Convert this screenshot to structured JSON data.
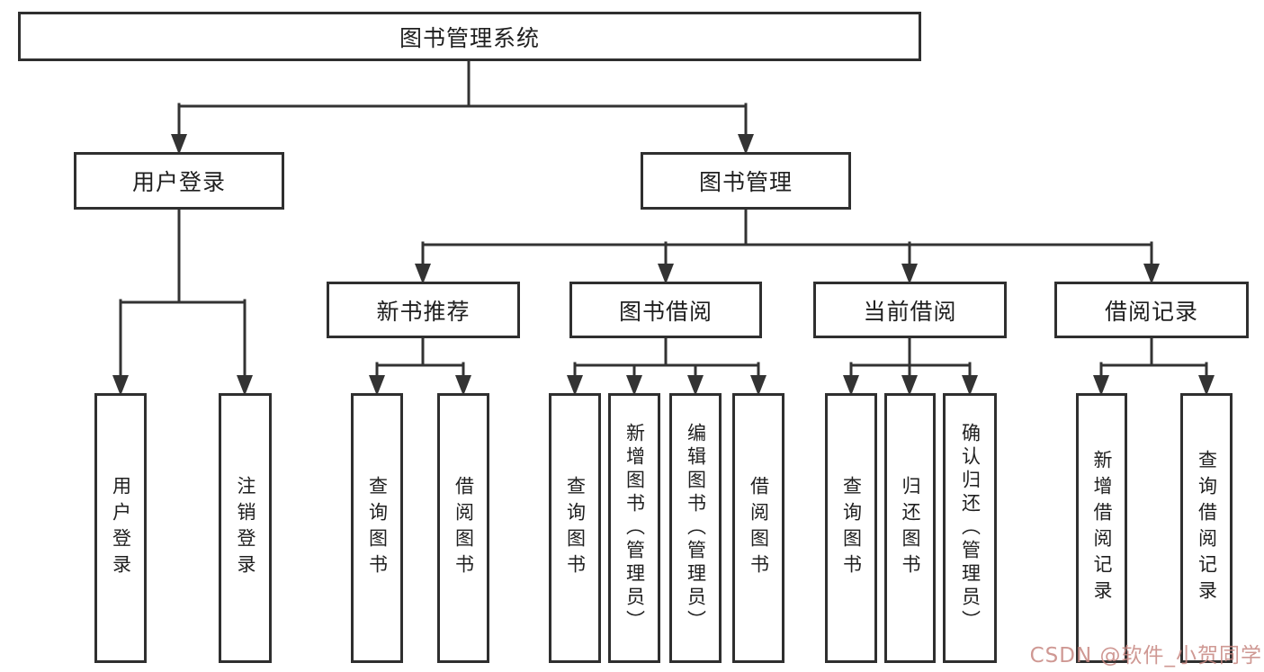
{
  "title": {
    "label": "图书管理系统"
  },
  "level2": [
    {
      "label": "用户登录"
    },
    {
      "label": "图书管理"
    }
  ],
  "level3": [
    {
      "label": "新书推荐"
    },
    {
      "label": "图书借阅"
    },
    {
      "label": "当前借阅"
    },
    {
      "label": "借阅记录"
    }
  ],
  "leaves": [
    {
      "label": "用户登录"
    },
    {
      "label": "注销登录"
    },
    {
      "label": "查询图书"
    },
    {
      "label": "借阅图书"
    },
    {
      "label": "查询图书"
    },
    {
      "label": "新增图书（管理员）"
    },
    {
      "label": "编辑图书（管理员）"
    },
    {
      "label": "借阅图书"
    },
    {
      "label": "查询图书"
    },
    {
      "label": "归还图书"
    },
    {
      "label": "确认归还（管理员）"
    },
    {
      "label": "新增借阅记录"
    },
    {
      "label": "查询借阅记录"
    }
  ],
  "watermark": {
    "text": "CSDN @软件_小贺同学"
  },
  "colors": {
    "line": "#333333",
    "box_border": "#2f2f2f",
    "text": "#1f1f1f",
    "background": "#ffffff",
    "watermark": "#c78680"
  }
}
